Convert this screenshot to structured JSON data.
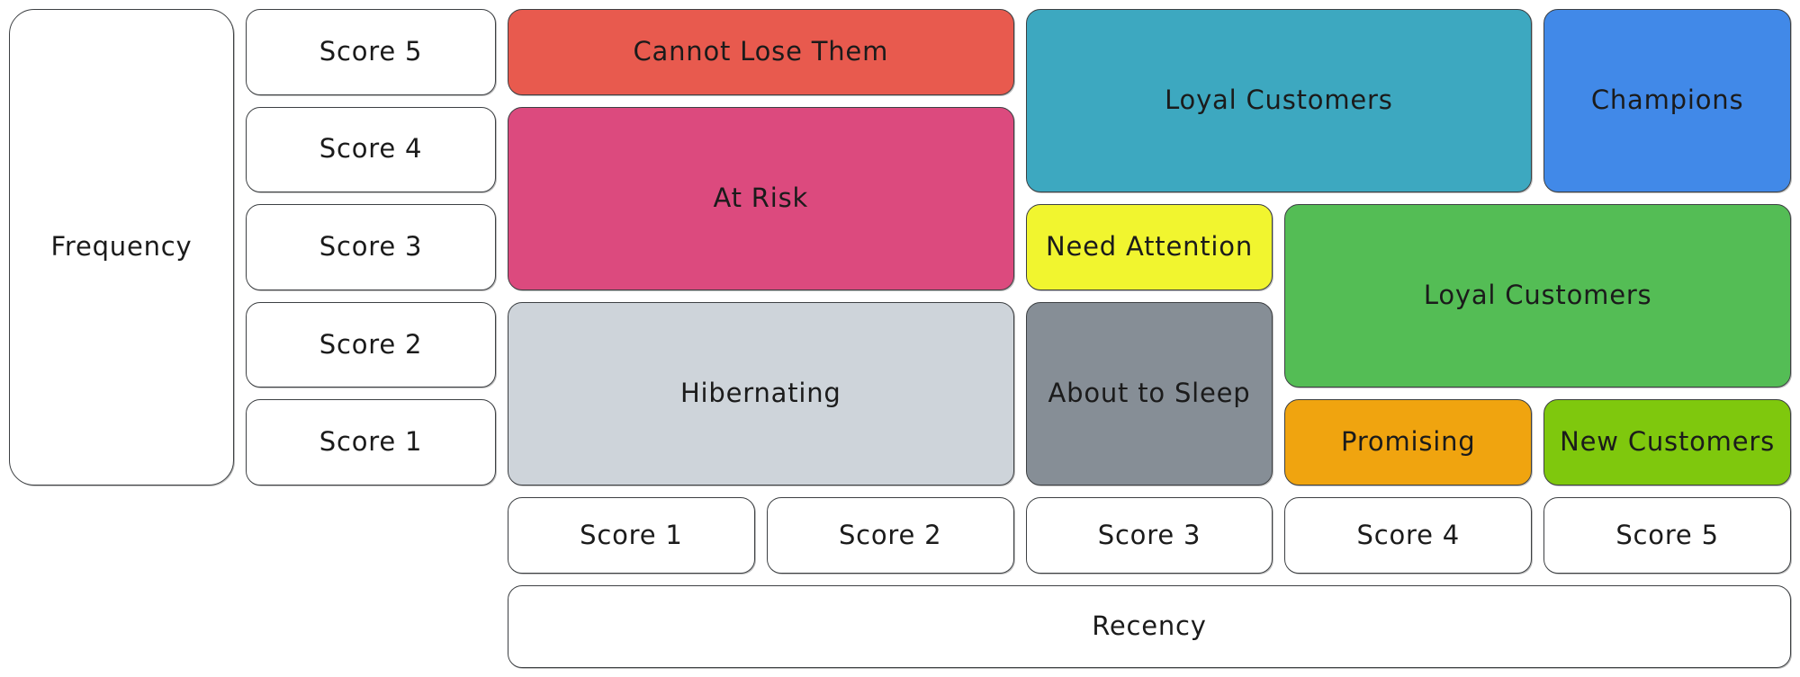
{
  "axes": {
    "frequency": {
      "label": "Frequency",
      "scores": [
        "Score 5",
        "Score 4",
        "Score 3",
        "Score 2",
        "Score 1"
      ]
    },
    "recency": {
      "label": "Recency",
      "scores": [
        "Score 1",
        "Score 2",
        "Score 3",
        "Score 4",
        "Score 5"
      ]
    }
  },
  "segments": {
    "cannot_lose_them": {
      "label": "Cannot Lose Them",
      "color": "#e85a4e"
    },
    "at_risk": {
      "label": "At Risk",
      "color": "#dc4a7e"
    },
    "hibernating": {
      "label": "Hibernating",
      "color": "#ced4da"
    },
    "loyal_customers_top": {
      "label": "Loyal Customers",
      "color": "#3da8c0"
    },
    "champions": {
      "label": "Champions",
      "color": "#4189e8"
    },
    "need_attention": {
      "label": "Need Attention",
      "color": "#f1f52f"
    },
    "loyal_customers_right": {
      "label": "Loyal Customers",
      "color": "#54bd55"
    },
    "about_to_sleep": {
      "label": "About to Sleep",
      "color": "#868e96"
    },
    "promising": {
      "label": "Promising",
      "color": "#f0a40f"
    },
    "new_customers": {
      "label": "New Customers",
      "color": "#7fc80d"
    }
  },
  "style_colors": {
    "border": "#3d4043",
    "text": "#1b1b1b",
    "background": "#ffffff"
  }
}
